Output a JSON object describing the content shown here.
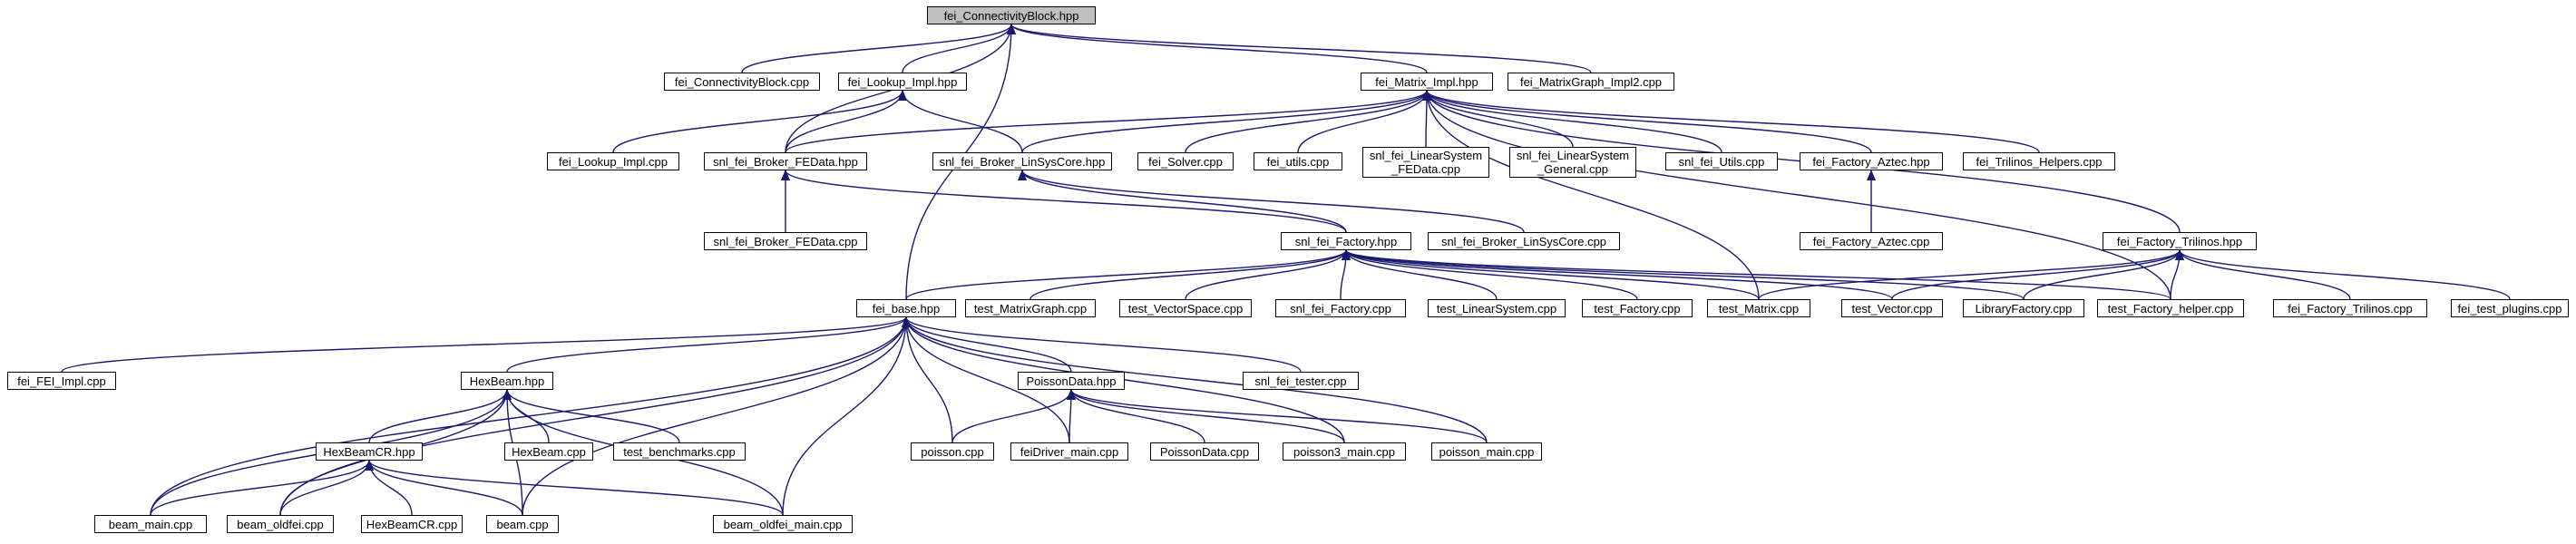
{
  "graph": {
    "edge_color": "#191970",
    "root_fill": "#bfbfbf",
    "nodes": [
      {
        "id": "root",
        "label": "fei_ConnectivityBlock.hpp"
      },
      {
        "id": "cb_cpp",
        "label": "fei_ConnectivityBlock.cpp"
      },
      {
        "id": "lookup_hpp",
        "label": "fei_Lookup_Impl.hpp"
      },
      {
        "id": "matrix_hpp",
        "label": "fei_Matrix_Impl.hpp"
      },
      {
        "id": "mgraph_cpp",
        "label": "fei_MatrixGraph_Impl2.cpp"
      },
      {
        "id": "lookup_cpp",
        "label": "fei_Lookup_Impl.cpp"
      },
      {
        "id": "broker_fed_hpp",
        "label": "snl_fei_Broker_FEData.hpp"
      },
      {
        "id": "broker_lsc_hpp",
        "label": "snl_fei_Broker_LinSysCore.hpp"
      },
      {
        "id": "solver_cpp",
        "label": "fei_Solver.cpp"
      },
      {
        "id": "utils_cpp",
        "label": "fei_utils.cpp"
      },
      {
        "id": "ls_fed_cpp",
        "label": "snl_fei_LinearSystem\n_FEData.cpp"
      },
      {
        "id": "ls_gen_cpp",
        "label": "snl_fei_LinearSystem\n_General.cpp"
      },
      {
        "id": "snl_utils_cpp",
        "label": "snl_fei_Utils.cpp"
      },
      {
        "id": "aztec_hpp",
        "label": "fei_Factory_Aztec.hpp"
      },
      {
        "id": "tril_helpers_cpp",
        "label": "fei_Trilinos_Helpers.cpp"
      },
      {
        "id": "broker_fed_cpp",
        "label": "snl_fei_Broker_FEData.cpp"
      },
      {
        "id": "factory_hpp",
        "label": "snl_fei_Factory.hpp"
      },
      {
        "id": "broker_lsc_cpp",
        "label": "snl_fei_Broker_LinSysCore.cpp"
      },
      {
        "id": "aztec_cpp",
        "label": "fei_Factory_Aztec.cpp"
      },
      {
        "id": "tril_hpp",
        "label": "fei_Factory_Trilinos.hpp"
      },
      {
        "id": "base_hpp",
        "label": "fei_base.hpp"
      },
      {
        "id": "t_mgraph",
        "label": "test_MatrixGraph.cpp"
      },
      {
        "id": "t_vspace",
        "label": "test_VectorSpace.cpp"
      },
      {
        "id": "factory_cpp",
        "label": "snl_fei_Factory.cpp"
      },
      {
        "id": "t_linsys",
        "label": "test_LinearSystem.cpp"
      },
      {
        "id": "t_factory",
        "label": "test_Factory.cpp"
      },
      {
        "id": "t_matrix",
        "label": "test_Matrix.cpp"
      },
      {
        "id": "t_vector",
        "label": "test_Vector.cpp"
      },
      {
        "id": "libfactory",
        "label": "LibraryFactory.cpp"
      },
      {
        "id": "t_fhelper",
        "label": "test_Factory_helper.cpp"
      },
      {
        "id": "tril_cpp",
        "label": "fei_Factory_Trilinos.cpp"
      },
      {
        "id": "t_plugins",
        "label": "fei_test_plugins.cpp"
      },
      {
        "id": "fei_impl",
        "label": "fei_FEI_Impl.cpp"
      },
      {
        "id": "hexbeam_hpp",
        "label": "HexBeam.hpp"
      },
      {
        "id": "poisson_hpp",
        "label": "PoissonData.hpp"
      },
      {
        "id": "tester_cpp",
        "label": "snl_fei_tester.cpp"
      },
      {
        "id": "hexbeamcr_hpp",
        "label": "HexBeamCR.hpp"
      },
      {
        "id": "hexbeam_cpp",
        "label": "HexBeam.cpp"
      },
      {
        "id": "t_bench",
        "label": "test_benchmarks.cpp"
      },
      {
        "id": "poisson_cpp",
        "label": "poisson.cpp"
      },
      {
        "id": "feidriver",
        "label": "feiDriver_main.cpp"
      },
      {
        "id": "poissondata_cpp",
        "label": "PoissonData.cpp"
      },
      {
        "id": "poisson3_main",
        "label": "poisson3_main.cpp"
      },
      {
        "id": "poisson_main",
        "label": "poisson_main.cpp"
      },
      {
        "id": "beam_main",
        "label": "beam_main.cpp"
      },
      {
        "id": "beam_oldfei",
        "label": "beam_oldfei.cpp"
      },
      {
        "id": "hexbeamcr_cpp",
        "label": "HexBeamCR.cpp"
      },
      {
        "id": "beam_cpp",
        "label": "beam.cpp"
      },
      {
        "id": "beam_oldfei_main",
        "label": "beam_oldfei_main.cpp"
      }
    ],
    "edges": [
      [
        "cb_cpp",
        "root"
      ],
      [
        "lookup_hpp",
        "root"
      ],
      [
        "matrix_hpp",
        "root"
      ],
      [
        "mgraph_cpp",
        "root"
      ],
      [
        "broker_fed_hpp",
        "root"
      ],
      [
        "base_hpp",
        "root"
      ],
      [
        "lookup_cpp",
        "lookup_hpp"
      ],
      [
        "broker_fed_hpp",
        "lookup_hpp"
      ],
      [
        "broker_lsc_hpp",
        "lookup_hpp"
      ],
      [
        "broker_fed_hpp",
        "matrix_hpp"
      ],
      [
        "broker_lsc_hpp",
        "matrix_hpp"
      ],
      [
        "solver_cpp",
        "matrix_hpp"
      ],
      [
        "utils_cpp",
        "matrix_hpp"
      ],
      [
        "ls_fed_cpp",
        "matrix_hpp"
      ],
      [
        "ls_gen_cpp",
        "matrix_hpp"
      ],
      [
        "snl_utils_cpp",
        "matrix_hpp"
      ],
      [
        "aztec_hpp",
        "matrix_hpp"
      ],
      [
        "tril_helpers_cpp",
        "matrix_hpp"
      ],
      [
        "tril_hpp",
        "matrix_hpp"
      ],
      [
        "t_matrix",
        "matrix_hpp"
      ],
      [
        "t_fhelper",
        "matrix_hpp"
      ],
      [
        "broker_fed_cpp",
        "broker_fed_hpp"
      ],
      [
        "factory_hpp",
        "broker_fed_hpp"
      ],
      [
        "factory_hpp",
        "broker_lsc_hpp"
      ],
      [
        "broker_lsc_cpp",
        "broker_lsc_hpp"
      ],
      [
        "aztec_cpp",
        "aztec_hpp"
      ],
      [
        "base_hpp",
        "factory_hpp"
      ],
      [
        "t_mgraph",
        "factory_hpp"
      ],
      [
        "t_vspace",
        "factory_hpp"
      ],
      [
        "factory_cpp",
        "factory_hpp"
      ],
      [
        "t_linsys",
        "factory_hpp"
      ],
      [
        "t_factory",
        "factory_hpp"
      ],
      [
        "t_matrix",
        "factory_hpp"
      ],
      [
        "t_vector",
        "factory_hpp"
      ],
      [
        "libfactory",
        "factory_hpp"
      ],
      [
        "t_fhelper",
        "factory_hpp"
      ],
      [
        "t_matrix",
        "tril_hpp"
      ],
      [
        "t_vector",
        "tril_hpp"
      ],
      [
        "libfactory",
        "tril_hpp"
      ],
      [
        "t_fhelper",
        "tril_hpp"
      ],
      [
        "tril_cpp",
        "tril_hpp"
      ],
      [
        "t_plugins",
        "tril_hpp"
      ],
      [
        "fei_impl",
        "base_hpp"
      ],
      [
        "hexbeam_hpp",
        "base_hpp"
      ],
      [
        "poisson_hpp",
        "base_hpp"
      ],
      [
        "tester_cpp",
        "base_hpp"
      ],
      [
        "beam_main",
        "base_hpp"
      ],
      [
        "beam_oldfei",
        "base_hpp"
      ],
      [
        "beam_cpp",
        "base_hpp"
      ],
      [
        "beam_oldfei_main",
        "base_hpp"
      ],
      [
        "poisson_cpp",
        "base_hpp"
      ],
      [
        "feidriver",
        "base_hpp"
      ],
      [
        "poisson3_main",
        "base_hpp"
      ],
      [
        "poisson_main",
        "base_hpp"
      ],
      [
        "hexbeamcr_hpp",
        "hexbeam_hpp"
      ],
      [
        "hexbeam_cpp",
        "hexbeam_hpp"
      ],
      [
        "t_bench",
        "hexbeam_hpp"
      ],
      [
        "beam_main",
        "hexbeam_hpp"
      ],
      [
        "beam_oldfei",
        "hexbeam_hpp"
      ],
      [
        "beam_cpp",
        "hexbeam_hpp"
      ],
      [
        "beam_oldfei_main",
        "hexbeam_hpp"
      ],
      [
        "poisson_cpp",
        "poisson_hpp"
      ],
      [
        "feidriver",
        "poisson_hpp"
      ],
      [
        "poissondata_cpp",
        "poisson_hpp"
      ],
      [
        "poisson3_main",
        "poisson_hpp"
      ],
      [
        "poisson_main",
        "poisson_hpp"
      ],
      [
        "beam_main",
        "hexbeamcr_hpp"
      ],
      [
        "beam_oldfei",
        "hexbeamcr_hpp"
      ],
      [
        "hexbeamcr_cpp",
        "hexbeamcr_hpp"
      ],
      [
        "beam_cpp",
        "hexbeamcr_hpp"
      ],
      [
        "beam_oldfei_main",
        "hexbeamcr_hpp"
      ]
    ]
  }
}
